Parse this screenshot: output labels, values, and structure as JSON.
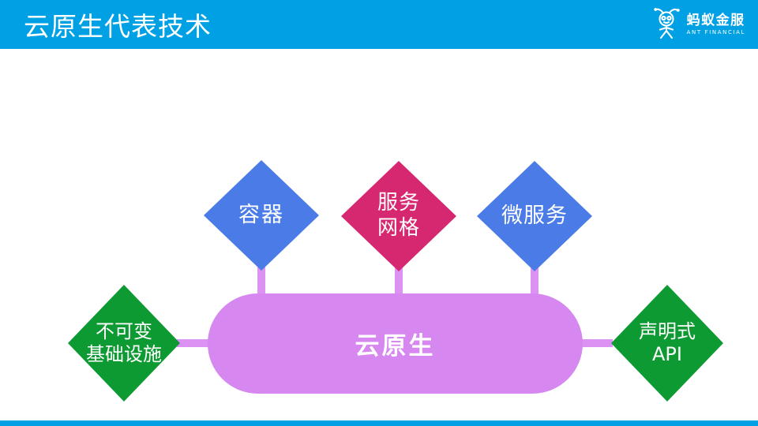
{
  "header": {
    "title": "云原生代表技术",
    "logo": {
      "cn": "蚂蚁金服",
      "en": "ANT FINANCIAL"
    }
  },
  "diagram": {
    "center_node": {
      "label": "云原生"
    },
    "top_nodes": [
      {
        "id": "container",
        "label": "容器"
      },
      {
        "id": "service-mesh",
        "line1": "服务",
        "line2": "网格"
      },
      {
        "id": "microservices",
        "label": "微服务"
      }
    ],
    "side_nodes": [
      {
        "id": "immutable-infrastructure",
        "line1": "不可变",
        "line2": "基础设施"
      },
      {
        "id": "declarative-api",
        "line1": "声明式",
        "line2": "API"
      }
    ]
  },
  "colors": {
    "header-bg": "#00A1E4",
    "node-blue": "#4A7BE6",
    "node-magenta": "#D62870",
    "node-green": "#0E9A33",
    "pill-purple": "#D687F0",
    "connector-purple": "#DC92F3",
    "text-white": "#FFFFFF"
  }
}
